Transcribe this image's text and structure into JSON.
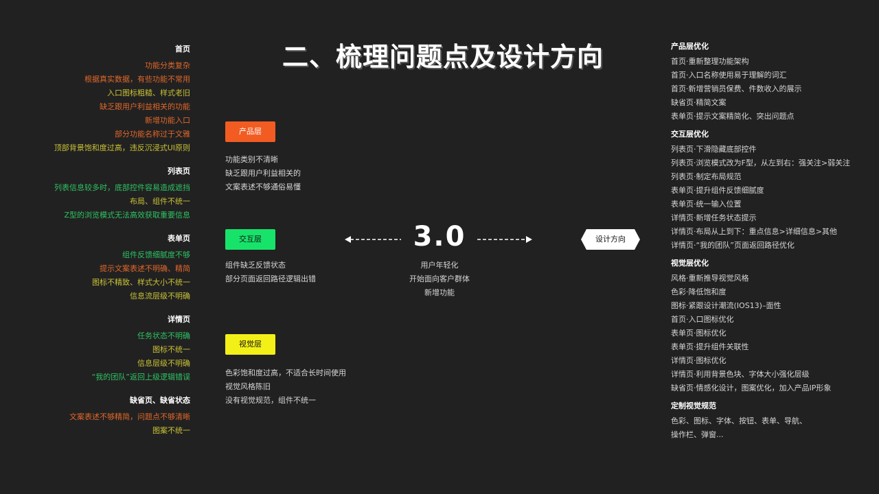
{
  "title": "二、梳理问题点及设计方向",
  "colors": {
    "background": "#212121",
    "orange": "#f25c22",
    "green": "#17e36a",
    "yellow": "#f3f018",
    "text_orange": "#e0672a",
    "text_yellow": "#c9c237",
    "text_green": "#2ec262"
  },
  "left": {
    "sections": [
      {
        "heading": "首页",
        "items": [
          {
            "text": "功能分类复杂",
            "color": "orange"
          },
          {
            "text": "根据真实数据，有些功能不常用",
            "color": "orange"
          },
          {
            "text": "入口图标粗糙、样式老旧",
            "color": "yellow"
          },
          {
            "text": "缺乏跟用户利益相关的功能",
            "color": "orange"
          },
          {
            "text": "新增功能入口",
            "color": "orange"
          },
          {
            "text": "部分功能名称过于文雅",
            "color": "orange"
          },
          {
            "text": "顶部背景饱和度过高，违反沉浸式UI原则",
            "color": "yellow"
          }
        ]
      },
      {
        "heading": "列表页",
        "items": [
          {
            "text": "列表信息较多时，底部控件容易造成遮挡",
            "color": "green"
          },
          {
            "text": "布局、组件不统一",
            "color": "yellow"
          },
          {
            "text": "Z型的浏览模式无法高效获取重要信息",
            "color": "green"
          }
        ]
      },
      {
        "heading": "表单页",
        "items": [
          {
            "text": "组件反馈细腻度不够",
            "color": "green"
          },
          {
            "text": "提示文案表述不明确、精简",
            "color": "orange"
          },
          {
            "text": "图标不精致、样式大小不统一",
            "color": "yellow"
          },
          {
            "text": "信息流层级不明确",
            "color": "yellow"
          }
        ]
      },
      {
        "heading": "详情页",
        "items": [
          {
            "text": "任务状态不明确",
            "color": "green"
          },
          {
            "text": "图标不统一",
            "color": "yellow"
          },
          {
            "text": "信息层级不明确",
            "color": "yellow"
          },
          {
            "text": "“我的团队”返回上级逻辑错误",
            "color": "green"
          }
        ]
      },
      {
        "heading": "缺省页、缺省状态",
        "items": [
          {
            "text": "文案表述不够精简，问题点不够清晰",
            "color": "orange"
          },
          {
            "text": "图案不统一",
            "color": "yellow"
          }
        ]
      }
    ]
  },
  "middle": {
    "product": {
      "label": "产品层",
      "items": [
        "功能类别不清晰",
        "缺乏跟用户利益相关的",
        "文案表述不够通俗易懂"
      ]
    },
    "interaction": {
      "label": "交互层",
      "items": [
        "组件缺乏反馈状态",
        "部分页面返回路径逻辑出错"
      ]
    },
    "visual": {
      "label": "视觉层",
      "items": [
        "色彩饱和度过高，不适合长时间使用",
        "视觉风格陈旧",
        "没有视觉规范，组件不统一"
      ]
    }
  },
  "center": {
    "version": "3.0",
    "items": [
      "用户年轻化",
      "开始面向客户群体",
      "新增功能"
    ],
    "direction_label": "设计方向"
  },
  "right": {
    "sections": [
      {
        "heading": "产品层优化",
        "items": [
          "首页·重新整理功能架构",
          "首页·入口名称使用易于理解的词汇",
          "首页·新增营销员保费、件数收入的展示",
          "缺省页·精简文案",
          "表单页·提示文案精简化、突出问题点"
        ]
      },
      {
        "heading": "交互层优化",
        "items": [
          "列表页·下滑隐藏底部控件",
          "列表页·浏览模式改为F型，从左到右：强关注>弱关注",
          "列表页·制定布局规范",
          "表单页·提升组件反馈细腻度",
          "表单页·统一输入位置",
          "详情页·新增任务状态提示",
          "详情页·布局从上到下：重点信息>详细信息>其他",
          "详情页·“我的团队”页面返回路径优化"
        ]
      },
      {
        "heading": "视觉层优化",
        "items": [
          "风格·重新推导视觉风格",
          "色彩·降低饱和度",
          "图标·紧跟设计潮流(IOS13)–面性",
          "首页·入口图标优化",
          "表单页·图标优化",
          "表单页·提升组件关联性",
          "详情页·图标优化",
          "详情页·利用背景色块、字体大小强化层级",
          "缺省页·情感化设计，图案优化，加入产品IP形象"
        ]
      },
      {
        "heading": "定制视觉规范",
        "items": [
          "色彩、图标、字体、按钮、表单、导航、",
          "操作栏、弹窗..."
        ]
      }
    ]
  }
}
